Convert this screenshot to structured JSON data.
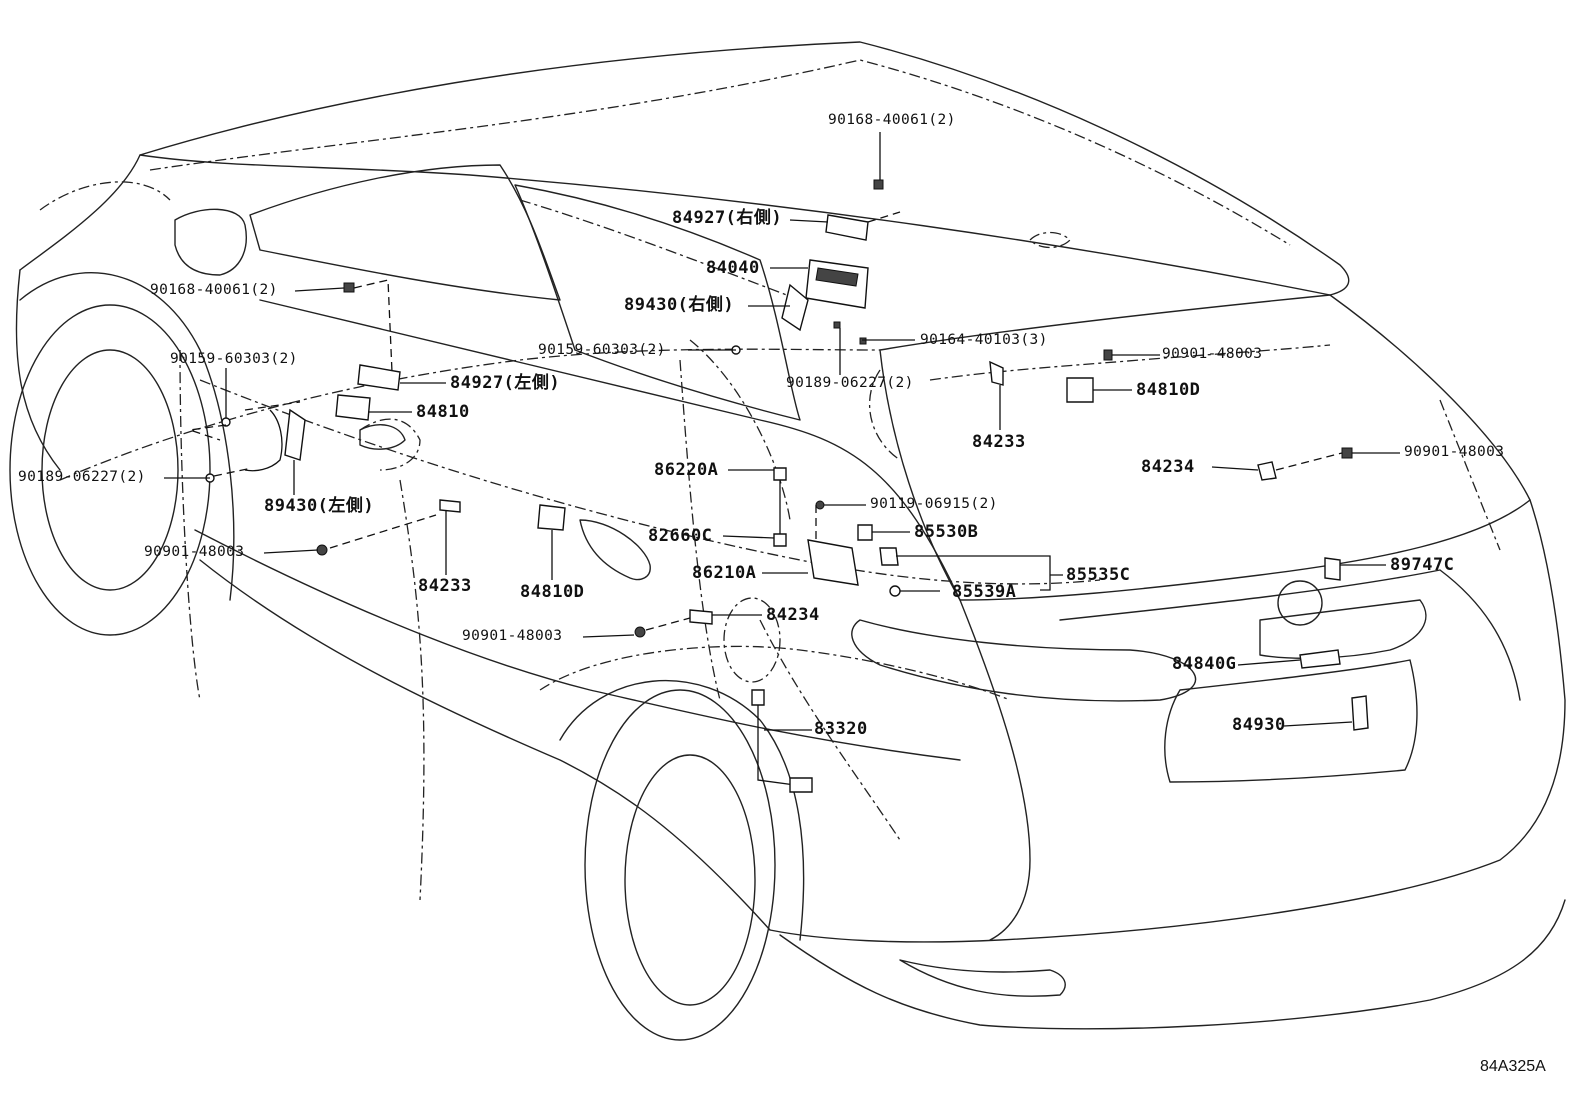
{
  "diagram_code": "84A325A",
  "callouts": [
    {
      "id": "c1",
      "text": "90168-40061(2)"
    },
    {
      "id": "c2",
      "text": "84927(右側)"
    },
    {
      "id": "c3",
      "text": "84040"
    },
    {
      "id": "c4",
      "text": "89430(右側)"
    },
    {
      "id": "c5",
      "text": "90164-40103(3)"
    },
    {
      "id": "c6",
      "text": "90159-60303(2)"
    },
    {
      "id": "c7",
      "text": "90189-06227(2)"
    },
    {
      "id": "c8",
      "text": "90901-48003"
    },
    {
      "id": "c9",
      "text": "84810D"
    },
    {
      "id": "c10",
      "text": "84233"
    },
    {
      "id": "c11",
      "text": "84234"
    },
    {
      "id": "c12",
      "text": "90901-48003"
    },
    {
      "id": "c13",
      "text": "90168-40061(2)"
    },
    {
      "id": "c14",
      "text": "84927(左側)"
    },
    {
      "id": "c15",
      "text": "90159-60303(2)"
    },
    {
      "id": "c16",
      "text": "84810"
    },
    {
      "id": "c17",
      "text": "86220A"
    },
    {
      "id": "c18",
      "text": "90189-06227(2)"
    },
    {
      "id": "c19",
      "text": "89430(左側)"
    },
    {
      "id": "c20",
      "text": "90119-06915(2)"
    },
    {
      "id": "c21",
      "text": "82660C"
    },
    {
      "id": "c22",
      "text": "85530B"
    },
    {
      "id": "c23",
      "text": "86210A"
    },
    {
      "id": "c24",
      "text": "85535C"
    },
    {
      "id": "c25",
      "text": "85539A"
    },
    {
      "id": "c26",
      "text": "89747C"
    },
    {
      "id": "c27",
      "text": "90901-48003"
    },
    {
      "id": "c28",
      "text": "84233"
    },
    {
      "id": "c29",
      "text": "84810D"
    },
    {
      "id": "c30",
      "text": "84234"
    },
    {
      "id": "c31",
      "text": "90901-48003"
    },
    {
      "id": "c32",
      "text": "84840G"
    },
    {
      "id": "c33",
      "text": "83320"
    },
    {
      "id": "c34",
      "text": "84930"
    }
  ]
}
